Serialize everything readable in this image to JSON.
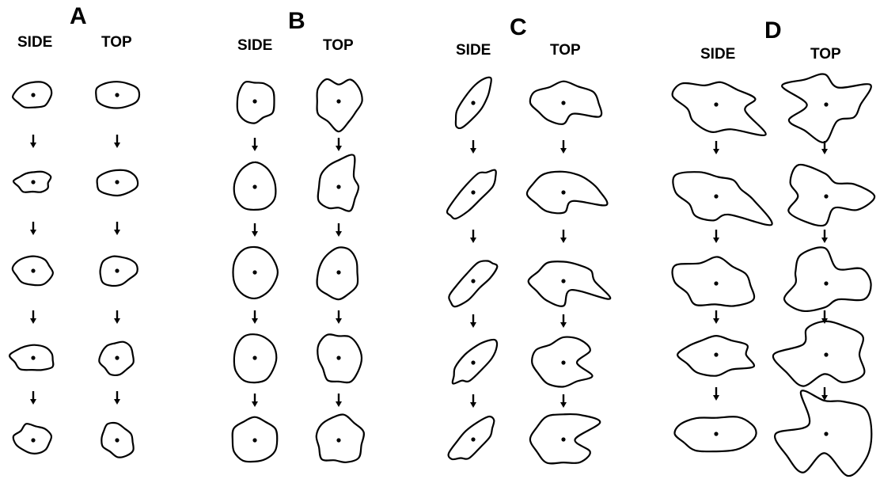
{
  "panels": [
    {
      "letter": "A",
      "side_label": "SIDE",
      "top_label": "TOP"
    },
    {
      "letter": "B",
      "side_label": "SIDE",
      "top_label": "TOP"
    },
    {
      "letter": "C",
      "side_label": "SIDE",
      "top_label": "TOP"
    },
    {
      "letter": "D",
      "side_label": "SIDE",
      "top_label": "TOP"
    }
  ],
  "stage_count": 5,
  "colors": {
    "ink": "#000000",
    "background": "#ffffff"
  }
}
